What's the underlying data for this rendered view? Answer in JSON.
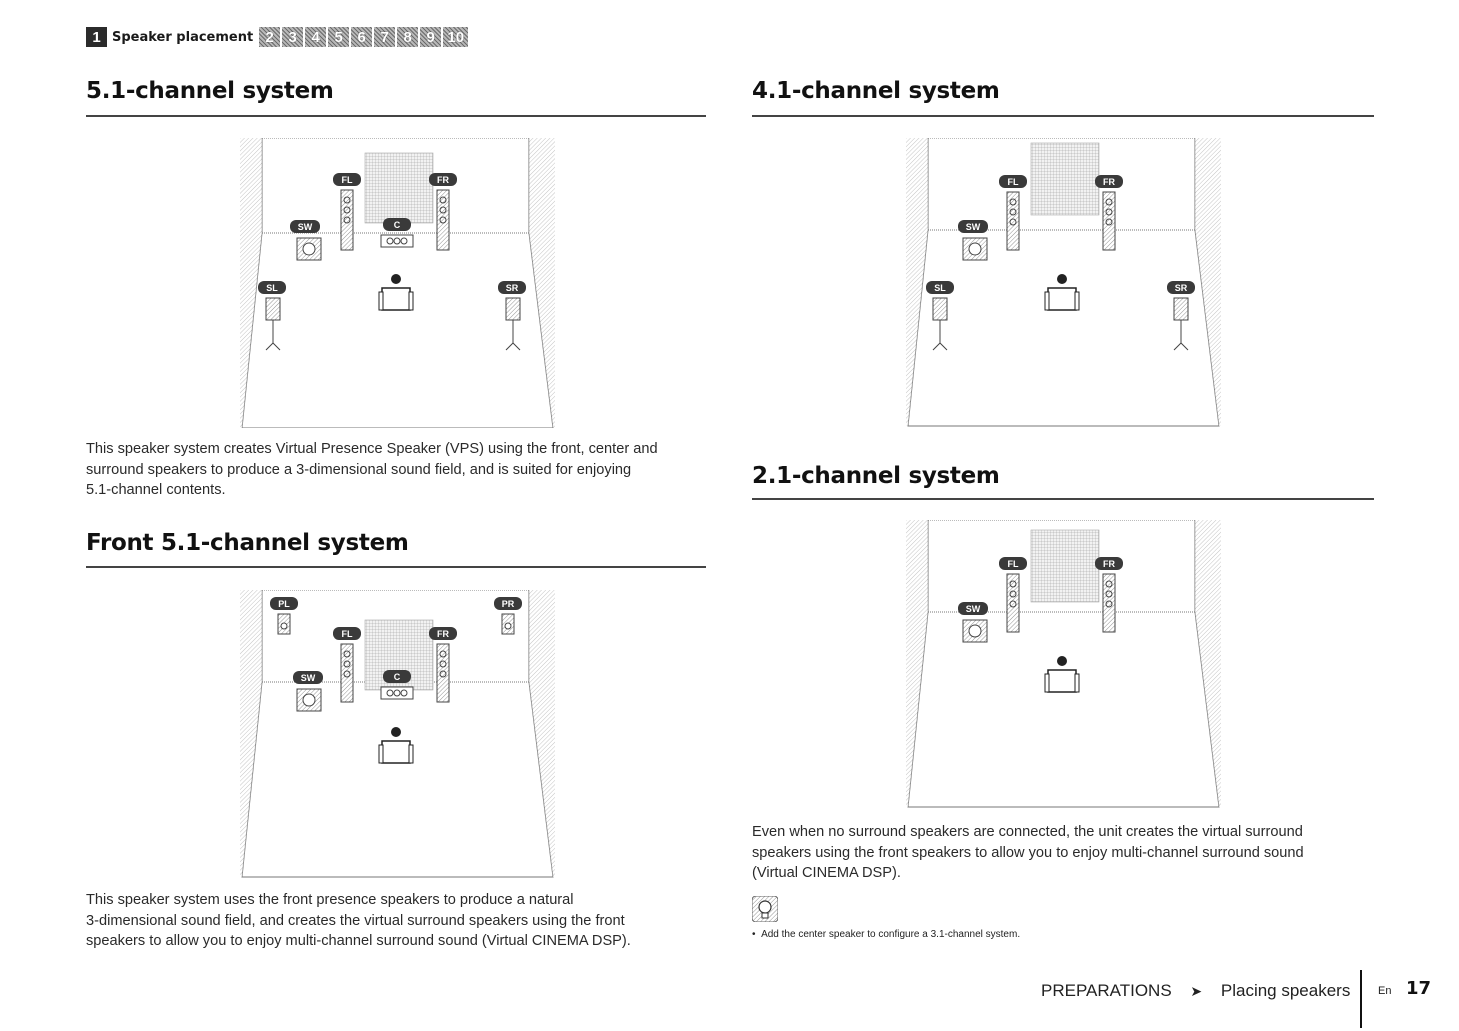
{
  "nav": {
    "steps": [
      "1",
      "2",
      "3",
      "4",
      "5",
      "6",
      "7",
      "8",
      "9",
      "10"
    ],
    "current_step_label": "Speaker placement"
  },
  "sections": {
    "s51": {
      "title": "5.1-channel system",
      "text": [
        "This speaker system creates Virtual Presence Speaker (VPS) using the front, center and",
        "surround speakers to produce a 3-dimensional sound field, and is suited for enjoying",
        "5.1-channel contents."
      ]
    },
    "front51": {
      "title": "Front 5.1-channel system",
      "text": [
        "This speaker system uses the front presence speakers to produce a natural",
        "3-dimensional sound field, and creates the virtual surround speakers using the front",
        "speakers to allow you to enjoy multi-channel surround sound (Virtual CINEMA DSP)."
      ]
    },
    "s41": {
      "title": "4.1-channel system"
    },
    "s21": {
      "title": "2.1-channel system",
      "text": [
        "Even when no surround speakers are connected, the unit creates the virtual surround",
        "speakers using the front speakers to allow you to enjoy multi-channel surround sound",
        "(Virtual CINEMA DSP)."
      ],
      "note": "Add the center speaker to configure a 3.1-channel system."
    }
  },
  "speaker_labels": {
    "fl": "FL",
    "fr": "FR",
    "c": "C",
    "sw": "SW",
    "sl": "SL",
    "sr": "SR",
    "pl": "PL",
    "pr": "PR"
  },
  "footer": {
    "section": "PREPARATIONS",
    "arrow": "➤",
    "topic": "Placing speakers",
    "lang": "En",
    "page": "17"
  },
  "colors": {
    "heading": "#111111",
    "rule": "#444444",
    "body_text": "#2a2a2a",
    "tag_fill": "#3a3a3a"
  },
  "icons": {
    "tip": "lightbulb-icon",
    "footer_arrow": "arrow-right-icon"
  }
}
